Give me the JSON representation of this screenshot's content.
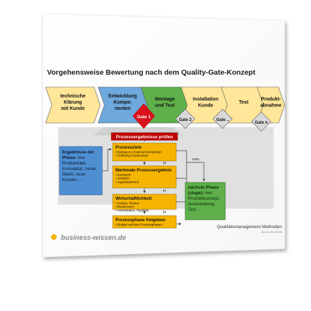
{
  "title": "Vorgehensweise Bewertung nach dem Quality-Gate-Konzept",
  "phases": [
    {
      "lines": [
        "technische",
        "Klärung",
        "mit Kunde"
      ],
      "color": "#ffe699"
    },
    {
      "lines": [
        "Entwicklung",
        "Kompo-",
        "nenten"
      ],
      "color": "#6ea8dc"
    },
    {
      "lines": [
        "Montage",
        "und Test"
      ],
      "color": "#5fb04b"
    },
    {
      "lines": [
        "Installation",
        "Kunde"
      ],
      "color": "#ffe699"
    },
    {
      "lines": [
        "Test"
      ],
      "color": "#ffe699"
    },
    {
      "lines": [
        "Produkt-",
        "abnahme"
      ],
      "color": "#ffe699"
    }
  ],
  "gates": {
    "gate1": "Gate 1",
    "gate2": "Gate 2",
    "gate3": "Gate ..",
    "gaten": "Gate n"
  },
  "left_box": {
    "title": "Ergebnisse der Phase:",
    "body": [
      "hier",
      "Produktidee",
      "Innovation, neuer",
      "Markt, neue",
      "Kunden ..."
    ]
  },
  "review_header": "Prozessergebnisse prüfen",
  "steps": [
    {
      "title": "Prozessziele",
      "bullets": [
        "Beitrag zu Unternehmenszielen",
        "Erfüllung Kundenziele"
      ]
    },
    {
      "title": "Merkmale Prozessergebnis",
      "bullets": [
        "technisch",
        "rechtlich",
        "organisatorisch"
      ]
    },
    {
      "title": "Wirtschaftlichkeit",
      "bullets": [
        "Kosten, Nutzen",
        "Break-even",
        "Amortisation, Payback"
      ]
    },
    {
      "title": "Prozessphase freigeben",
      "bullets": [
        "Budget nächste Prozessphasen"
      ]
    }
  ],
  "ja": "ja",
  "nein": "nein",
  "next_box": {
    "title": "nächste Phase (stage):",
    "body": [
      "hier",
      "Produktkonzept,",
      "Ausarbeitung,",
      "Test ..."
    ]
  },
  "footer": {
    "brand": "business-wissen.de",
    "category": "Qualitätsmanagement Methoden",
    "art_no": "Art.-Nr. 96.230.06"
  },
  "colors": {
    "gate1": "#d9121b",
    "header": "#c00000",
    "step": "#f5b400",
    "left_box": "#4f8fd1",
    "next_box": "#5fb04b",
    "gate_gray": "#d9d9d9",
    "brand_dot": "#f5b400"
  }
}
